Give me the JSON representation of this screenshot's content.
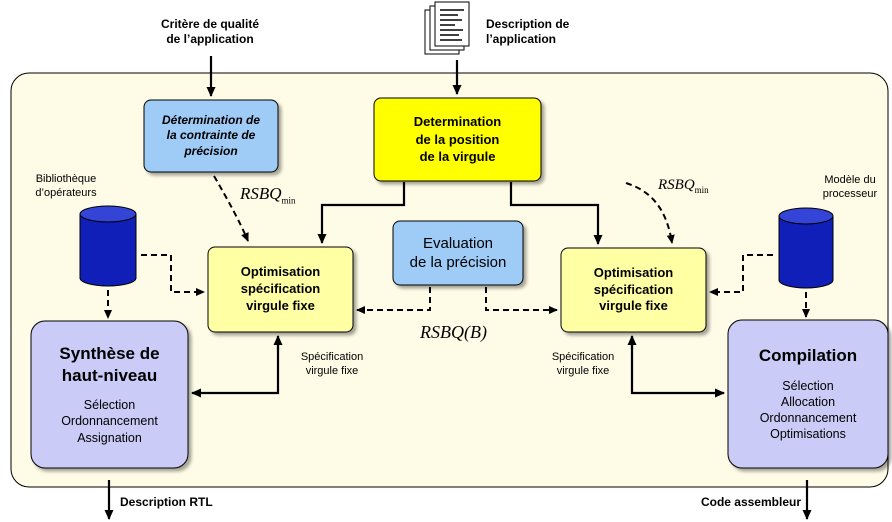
{
  "inputs": {
    "quality_criterion": [
      "Critère de qualité",
      "de l’application"
    ],
    "app_description": [
      "Description de",
      "l’application"
    ]
  },
  "outputs": {
    "rtl": "Description RTL",
    "assembler": "Code assembleur"
  },
  "libraries": {
    "operators": [
      "Bibliothèque",
      "d’opérateurs"
    ],
    "processor": [
      "Modèle du",
      "processeur"
    ]
  },
  "boxes": {
    "constraint": [
      "Détermination de",
      "la contrainte de",
      "précision"
    ],
    "position": [
      "Determination",
      "de la position",
      "de la virgule"
    ],
    "evaluation": [
      "Evaluation",
      "de la précision"
    ],
    "opt_left": [
      "Optimisation",
      "spécification",
      "virgule fixe"
    ],
    "opt_right": [
      "Optimisation",
      "spécification",
      "virgule fixe"
    ],
    "synthesis": {
      "title": [
        "Synthèse de",
        "haut-niveau"
      ],
      "items": [
        "Sélection",
        "Ordonnancement",
        "Assignation"
      ]
    },
    "compilation": {
      "title": "Compilation",
      "items": [
        "Sélection",
        "Allocation",
        "Ordonnancement",
        "Optimisations"
      ]
    }
  },
  "annotations": {
    "rsbq_min": "RSBQ",
    "min_sub": "min",
    "rsbq_b": "RSBQ(B)",
    "spec_left": [
      "Spécification",
      "virgule fixe"
    ],
    "spec_right": [
      "Spécification",
      "virgule fixe"
    ]
  },
  "colors": {
    "panel_bg": "#fefbe6",
    "light_blue": "#9fcbf7",
    "yellow": "#ffff00",
    "pale_yellow": "#ffffa3",
    "lavender": "#cbcbf7",
    "cylinder": "#0f1fb8"
  }
}
